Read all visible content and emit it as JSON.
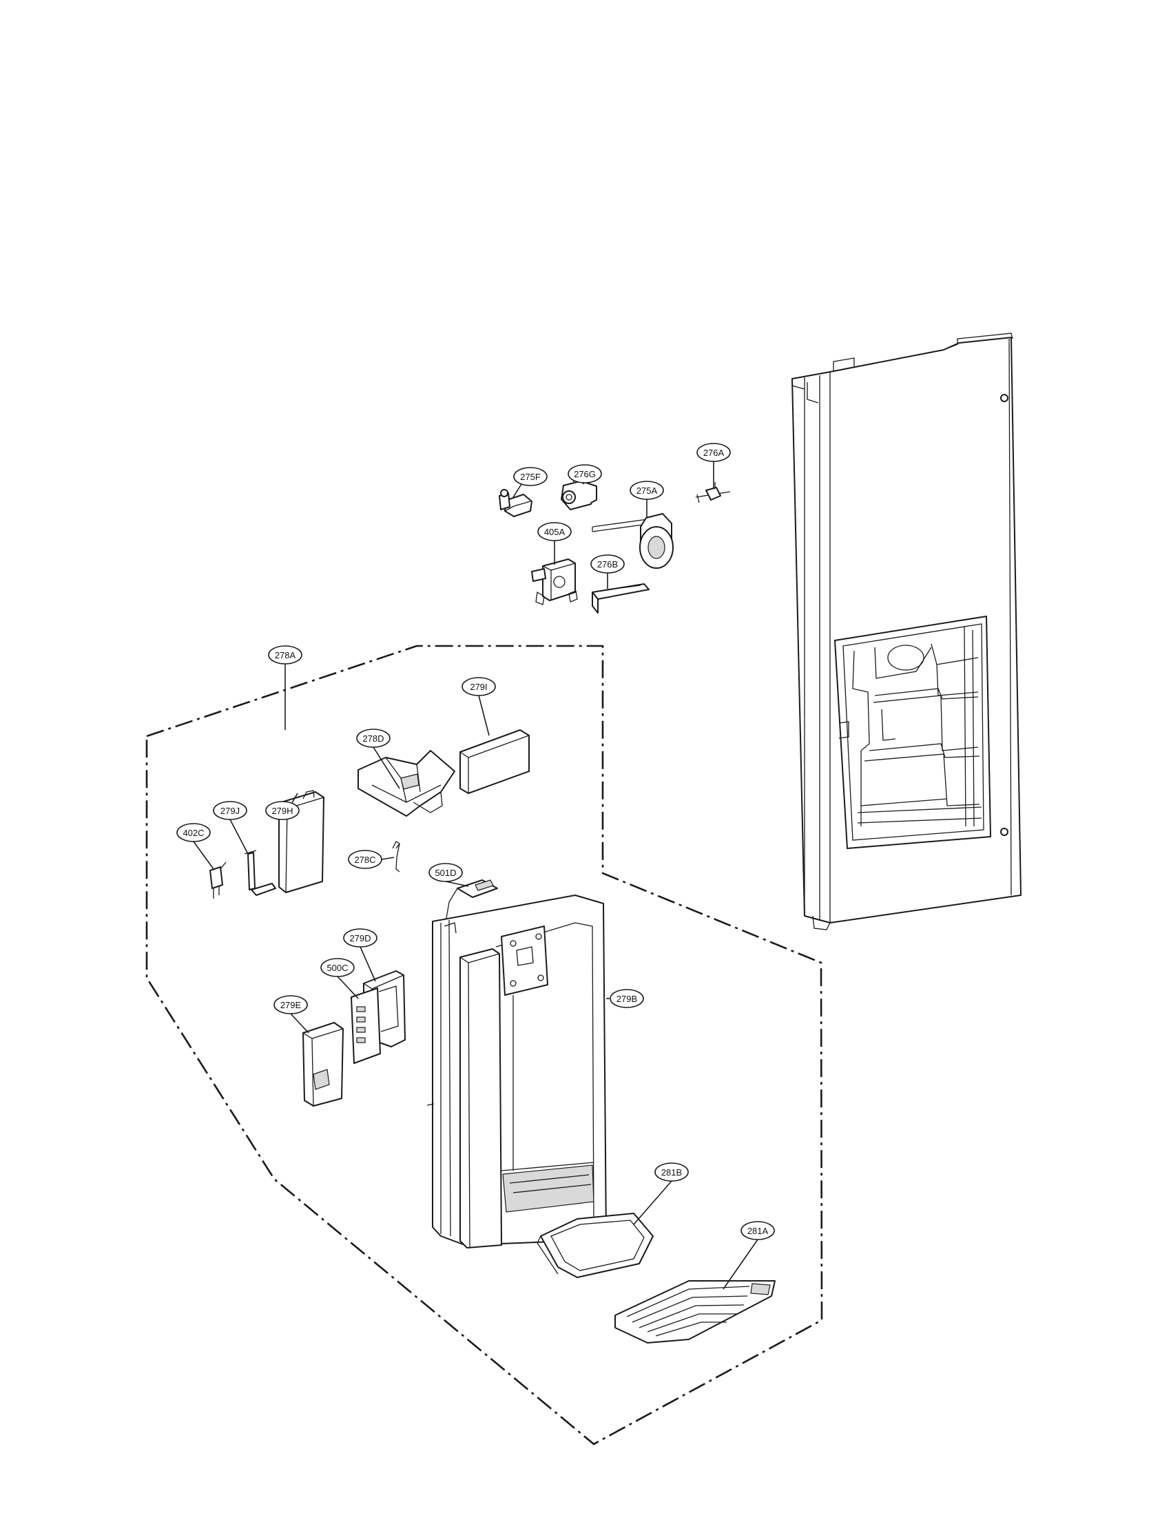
{
  "colors": {
    "line": "#1a1a1a",
    "background": "#ffffff",
    "shade": "#d9d9d9"
  },
  "callouts": [
    {
      "id": "c-275f",
      "label": "275F"
    },
    {
      "id": "c-276g",
      "label": "276G"
    },
    {
      "id": "c-276a",
      "label": "276A"
    },
    {
      "id": "c-275a",
      "label": "275A"
    },
    {
      "id": "c-405a",
      "label": "405A"
    },
    {
      "id": "c-276b",
      "label": "276B"
    },
    {
      "id": "c-278a",
      "label": "278A"
    },
    {
      "id": "c-279i",
      "label": "279I"
    },
    {
      "id": "c-278d",
      "label": "278D"
    },
    {
      "id": "c-279h",
      "label": "279H"
    },
    {
      "id": "c-279j",
      "label": "279J"
    },
    {
      "id": "c-402c",
      "label": "402C"
    },
    {
      "id": "c-278c",
      "label": "278C"
    },
    {
      "id": "c-501d",
      "label": "501D"
    },
    {
      "id": "c-279d",
      "label": "279D"
    },
    {
      "id": "c-500c",
      "label": "500C"
    },
    {
      "id": "c-279e",
      "label": "279E"
    },
    {
      "id": "c-279b",
      "label": "279B"
    },
    {
      "id": "c-281b",
      "label": "281B"
    },
    {
      "id": "c-281a",
      "label": "281A"
    }
  ]
}
